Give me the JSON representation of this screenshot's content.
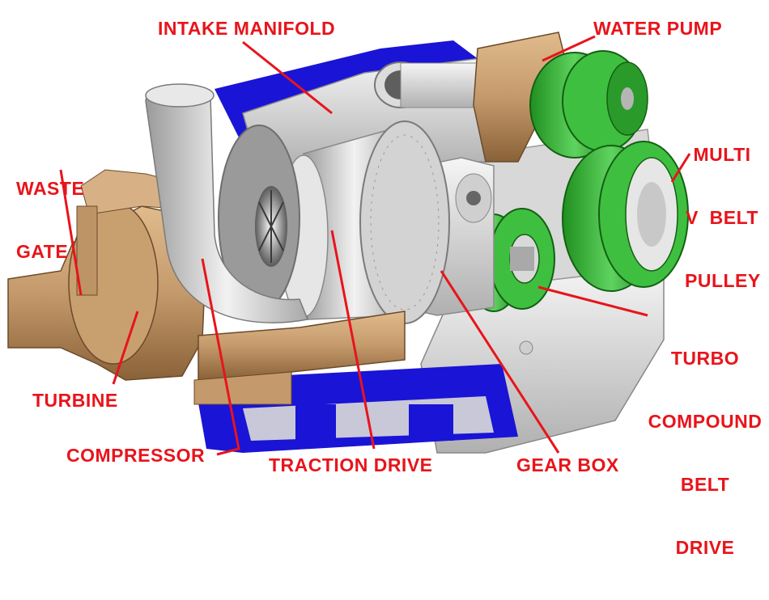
{
  "colors": {
    "label": "#e8141b",
    "bronze": "#c49a6c",
    "bronze_dark": "#8a6238",
    "green": "#2fa82f",
    "green_dark": "#147014",
    "blue": "#1a14d6",
    "grey_light": "#eaeaea",
    "grey_mid": "#b8b8b8",
    "grey_dark": "#6e6e6e"
  },
  "labels": {
    "intake_manifold": "INTAKE MANIFOLD",
    "water_pump": "WATER PUMP",
    "multi_v_belt_pulley": [
      "MULTI",
      "V  BELT",
      "PULLEY"
    ],
    "waste_gate": [
      "WASTE",
      "GATE"
    ],
    "turbine": "TURBINE",
    "compressor": "COMPRESSOR",
    "traction_drive": "TRACTION DRIVE",
    "gear_box": "GEAR BOX",
    "turbo_compound_belt_drive": [
      "TURBO",
      "COMPOUND",
      "BELT",
      "DRIVE"
    ]
  }
}
